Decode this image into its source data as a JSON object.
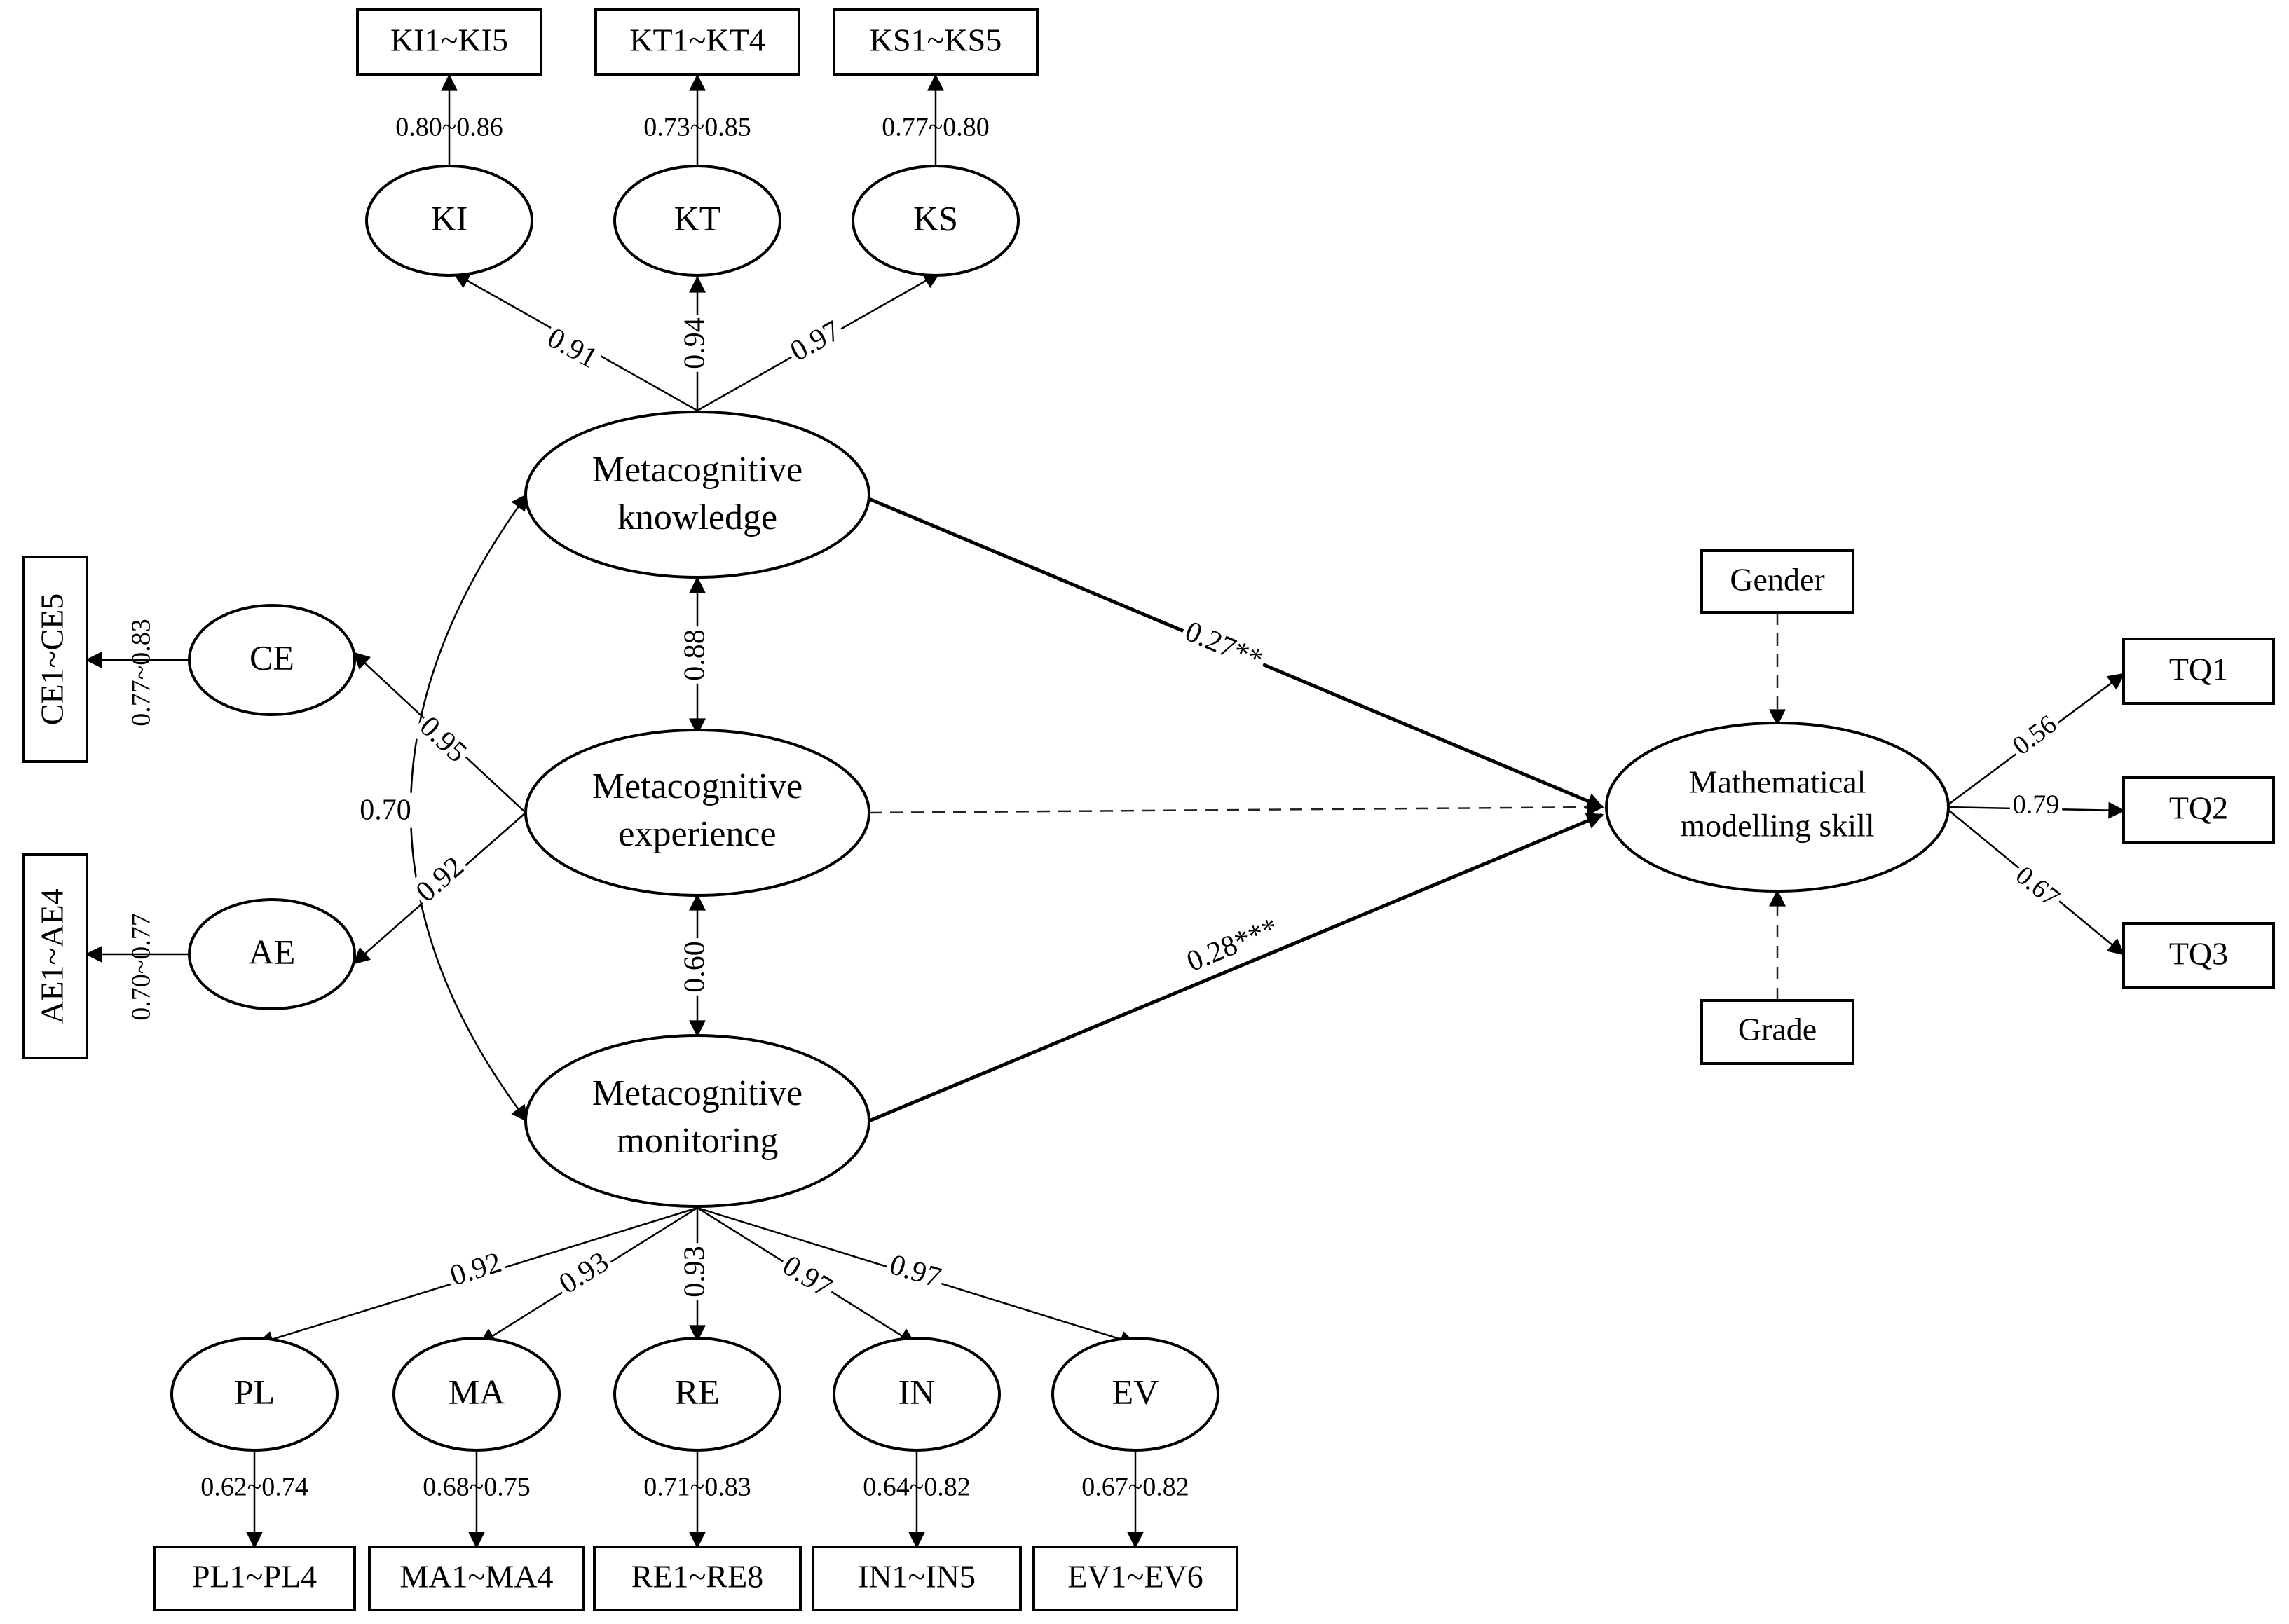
{
  "latent": {
    "mk": {
      "line1": "Metacognitive",
      "line2": "knowledge"
    },
    "mex": {
      "line1": "Metacognitive",
      "line2": "experience"
    },
    "mm": {
      "line1": "Metacognitive",
      "line2": "monitoring"
    },
    "mms": {
      "line1": "Mathematical",
      "line2": "modelling skill"
    },
    "ki": "KI",
    "kt": "KT",
    "ks": "KS",
    "ce": "CE",
    "ae": "AE",
    "pl": "PL",
    "ma": "MA",
    "re": "RE",
    "in": "IN",
    "ev": "EV"
  },
  "indicators": {
    "ki": "KI1~KI5",
    "kt": "KT1~KT4",
    "ks": "KS1~KS5",
    "ce": "CE1~CE5",
    "ae": "AE1~AE4",
    "pl": "PL1~PL4",
    "ma": "MA1~MA4",
    "re": "RE1~RE8",
    "in": "IN1~IN5",
    "ev": "EV1~EV6",
    "tq1": "TQ1",
    "tq2": "TQ2",
    "tq3": "TQ3",
    "gender": "Gender",
    "grade": "Grade"
  },
  "loading_ranges": {
    "ki": "0.80~0.86",
    "kt": "0.73~0.85",
    "ks": "0.77~0.80",
    "ce": "0.77~0.83",
    "ae": "0.70~0.77",
    "pl": "0.62~0.74",
    "ma": "0.68~0.75",
    "re": "0.71~0.83",
    "in": "0.64~0.82",
    "ev": "0.67~0.82"
  },
  "coefficients": {
    "mk_ki": "0.91",
    "mk_kt": "0.94",
    "mk_ks": "0.97",
    "mex_ce": "0.95",
    "mex_ae": "0.92",
    "mk_mex": "0.88",
    "mex_mm": "0.60",
    "mk_mm": "0.70",
    "mm_pl": "0.92",
    "mm_ma": "0.93",
    "mm_re": "0.93",
    "mm_in": "0.97",
    "mm_ev": "0.97",
    "mk_mms": "0.27**",
    "mm_mms": "0.28***",
    "mms_tq1": "0.56",
    "mms_tq2": "0.79",
    "mms_tq3": "0.67"
  }
}
